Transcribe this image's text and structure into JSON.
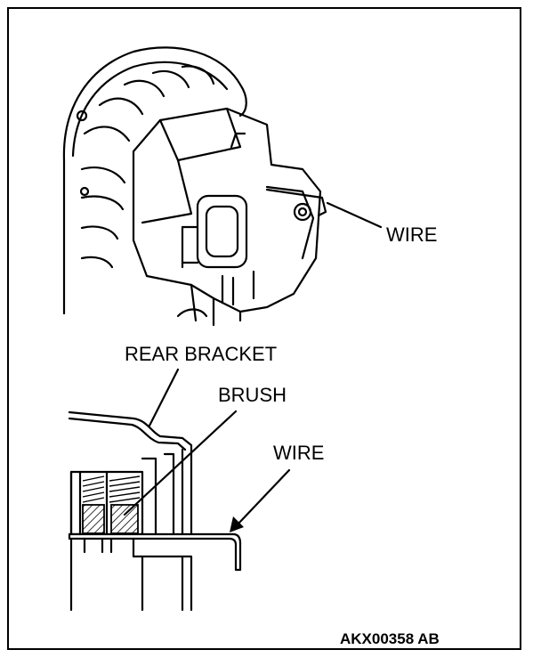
{
  "labels": {
    "wire_top": "WIRE",
    "rear_bracket": "REAR BRACKET",
    "brush": "BRUSH",
    "wire_bottom": "WIRE"
  },
  "figure_code": "AKX00358 AB"
}
